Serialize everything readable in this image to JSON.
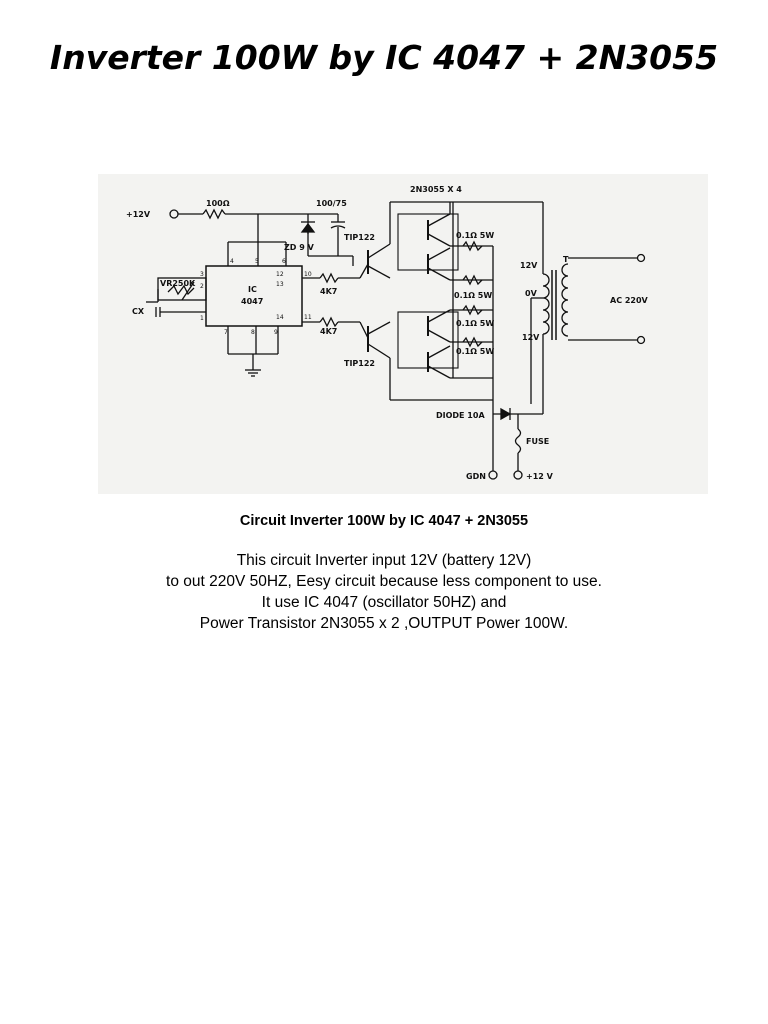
{
  "document": {
    "title": "Inverter 100W by IC 4047 + 2N3055",
    "caption": "Circuit Inverter 100W by IC 4047 + 2N3055",
    "paragraph_lines": [
      "This circuit Inverter input 12V (battery 12V)",
      "to out 220V 50HZ, Eesy circuit because less component to use.",
      "It use IC 4047 (oscillator 50HZ) and",
      "Power Transistor 2N3055 x 2 ,OUTPUT Power 100W."
    ]
  },
  "schematic": {
    "labels": {
      "input_v": "+12V",
      "resistor_100": "100Ω",
      "cap": "100/75",
      "zener": "ZD 9 V",
      "tip_top": "TIP122",
      "tip_bottom": "TIP122",
      "power_transistors": "2N3055 X 4",
      "ic_name": "IC",
      "ic_part": "4047",
      "vr": "VR250K",
      "cx": "CX",
      "r_4k7_a": "4K7",
      "r_4k7_b": "4K7",
      "r1": "0.1Ω 5W",
      "r2": "0.1Ω 5W",
      "r3": "0.1Ω 5W",
      "r4": "0.1Ω 5W",
      "v12_top": "12V",
      "v0": "0V",
      "v12_bottom": "12V",
      "t": "T",
      "ac_out": "AC 220V",
      "diode": "DIODE 10A",
      "fuse": "FUSE",
      "gnd": "GDN",
      "plus12_bottom": "+12 V"
    },
    "pins": [
      "3",
      "2",
      "1",
      "4",
      "5",
      "6",
      "7",
      "8",
      "9",
      "10",
      "11",
      "12",
      "13",
      "14"
    ]
  }
}
